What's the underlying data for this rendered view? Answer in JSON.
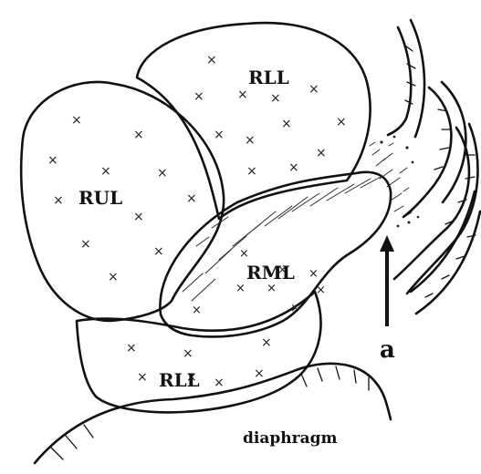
{
  "labels": {
    "rll_top": "RLL",
    "rul": "RUL",
    "rml": "RML",
    "rll_bottom": "RLL",
    "diaphragm": "diaphragm",
    "arrow": "a"
  },
  "icons": [
    "up-arrow-icon"
  ]
}
